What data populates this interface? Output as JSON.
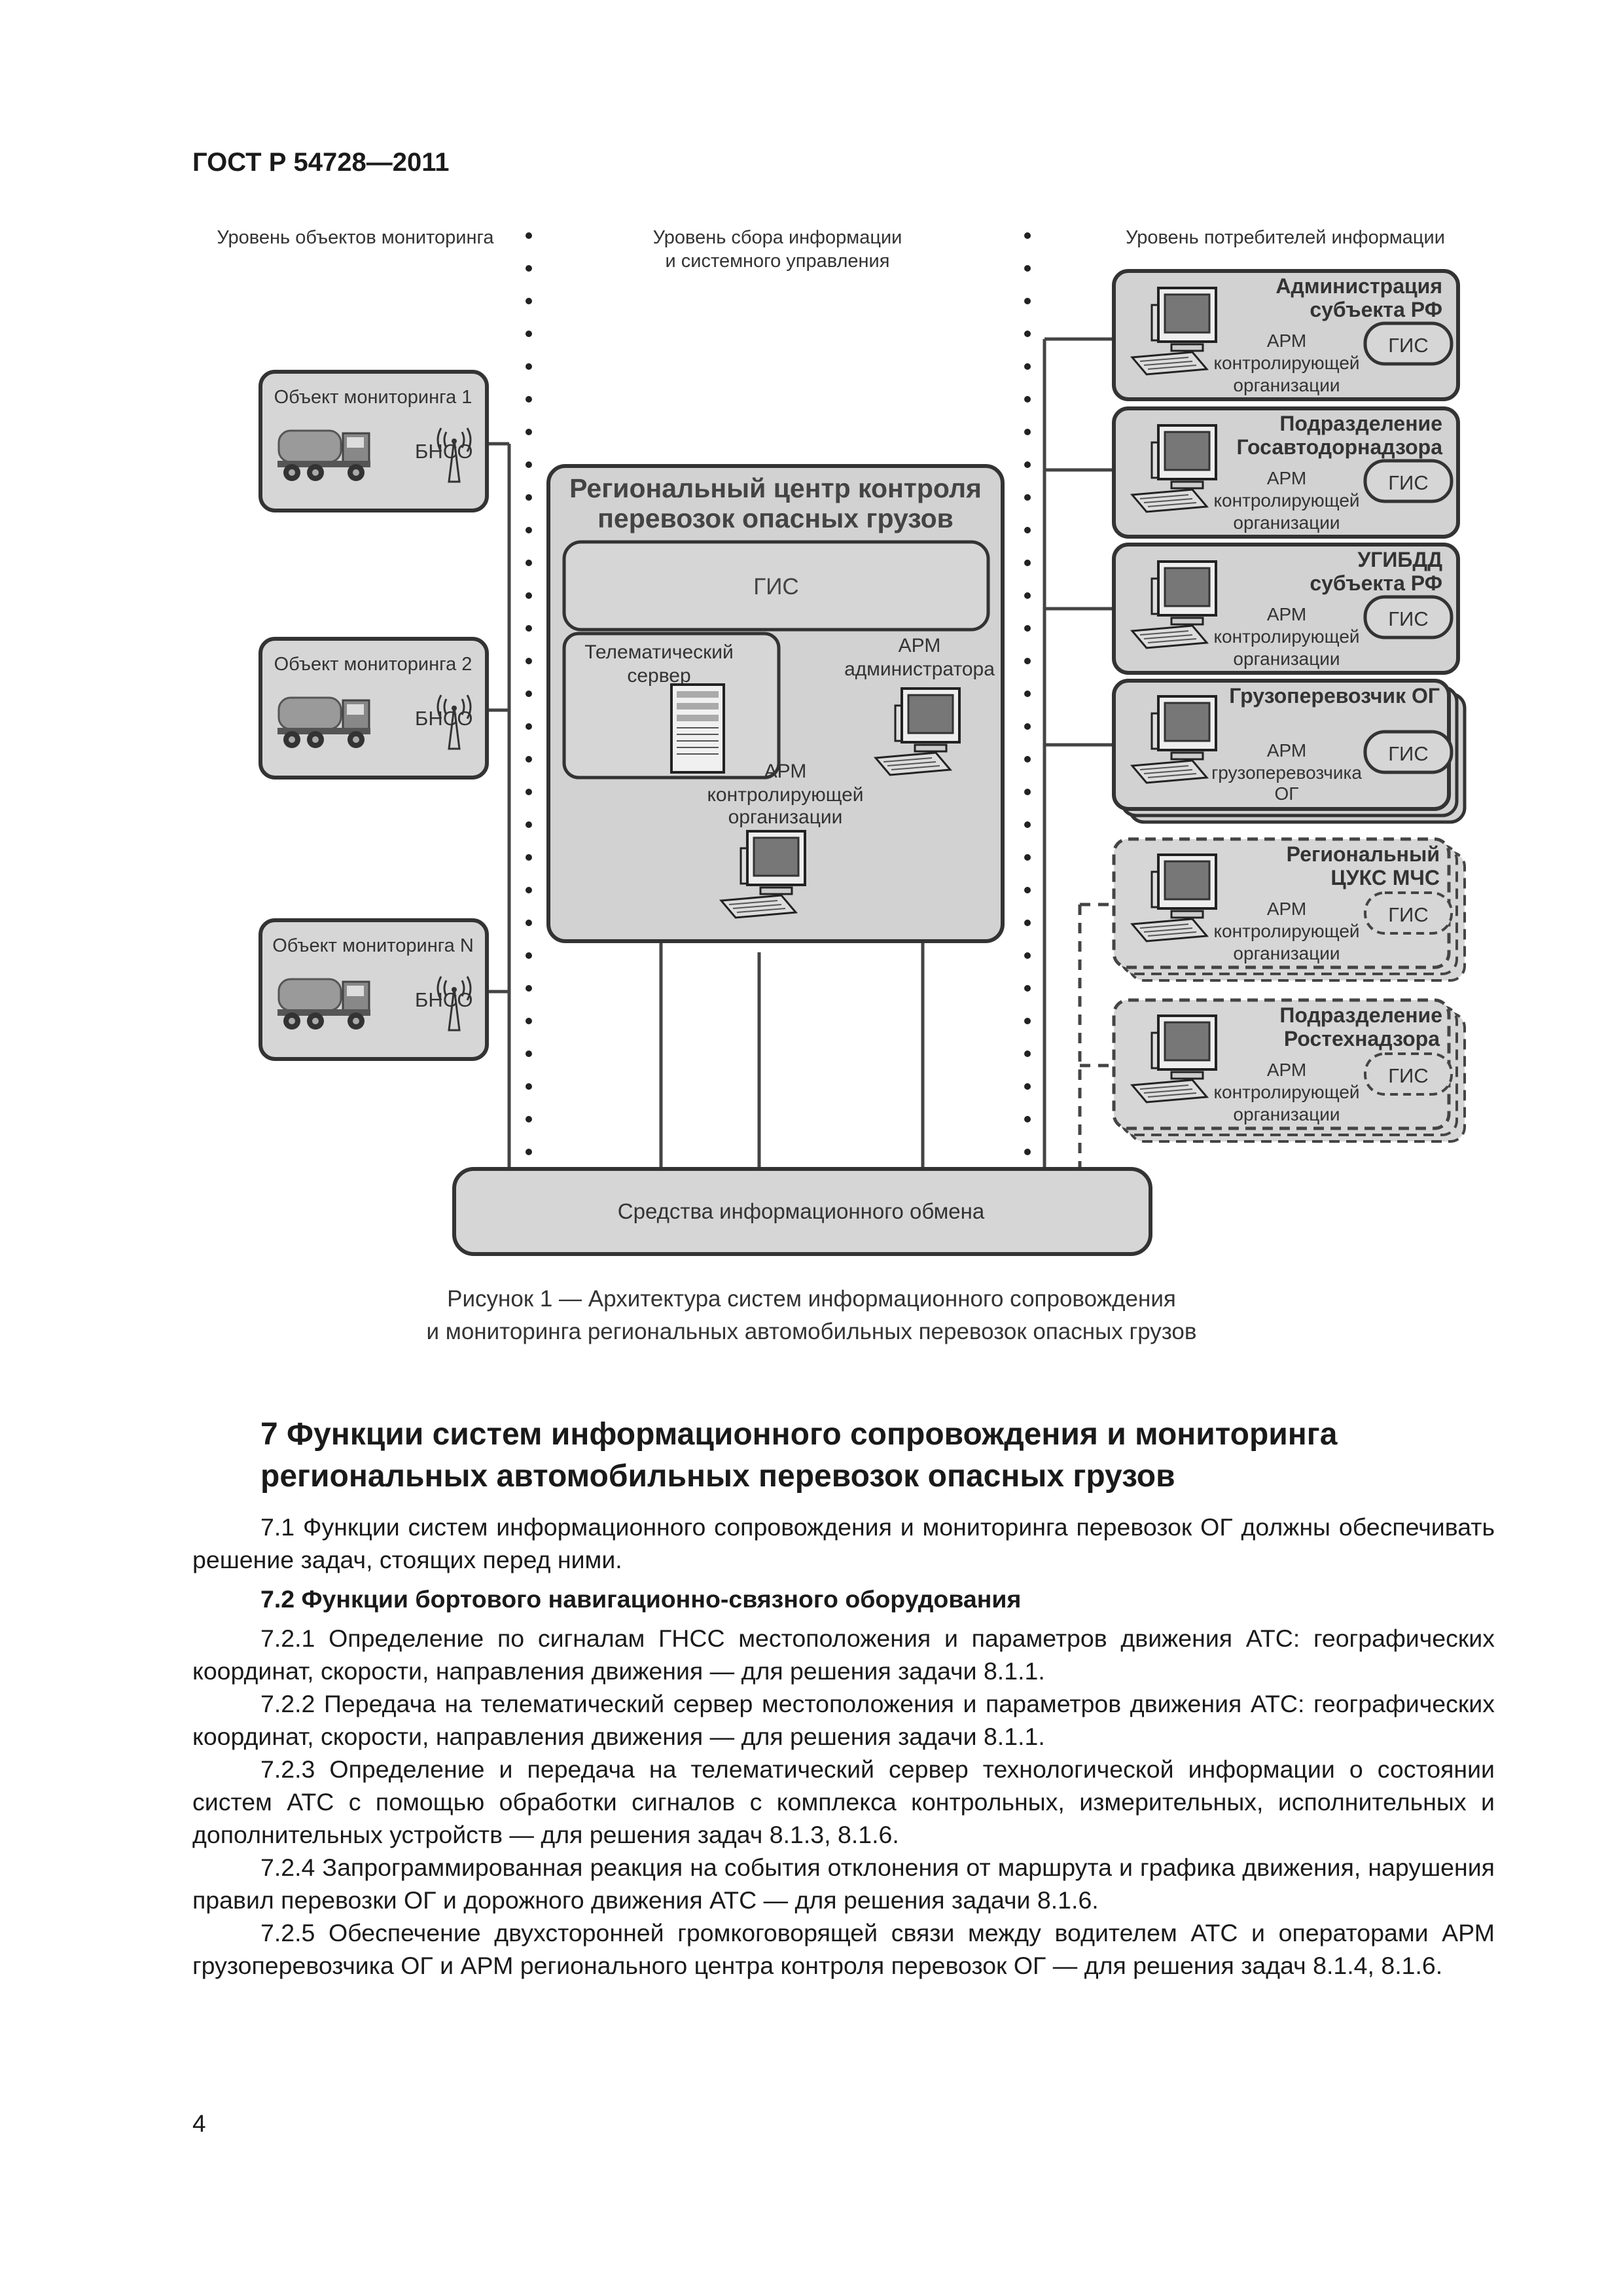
{
  "header": {
    "doc_id": "ГОСТ Р 54728—2011"
  },
  "diagram": {
    "levels": {
      "objects": "Уровень объектов мониторинга",
      "collection_line1": "Уровень сбора информации",
      "collection_line2": "и системного управления",
      "consumers": "Уровень потребителей информации"
    },
    "objects": [
      {
        "label": "Объект мониторинга 1",
        "device": "БНСО"
      },
      {
        "label": "Объект мониторинга 2",
        "device": "БНСО"
      },
      {
        "label": "Объект мониторинга N",
        "device": "БНСО"
      }
    ],
    "center": {
      "title_line1": "Региональный центр контроля",
      "title_line2": "перевозок опасных грузов",
      "gis": "ГИС",
      "server_line1": "Телематический",
      "server_line2": "сервер",
      "admin_line1": "АРМ",
      "admin_line2": "администратора",
      "control_line1": "АРМ",
      "control_line2": "контролирующей",
      "control_line3": "организации"
    },
    "consumers": [
      {
        "title1": "Администрация",
        "title2": "субъекта РФ",
        "arm1": "АРМ",
        "arm2": "контролирующей",
        "arm3": "организации",
        "gis": "ГИС"
      },
      {
        "title1": "Подразделение",
        "title2": "Госавтодорнадзора",
        "arm1": "АРМ",
        "arm2": "контролирующей",
        "arm3": "организации",
        "gis": "ГИС"
      },
      {
        "title1": "УГИБДД",
        "title2": "субъекта РФ",
        "arm1": "АРМ",
        "arm2": "контролирующей",
        "arm3": "организации",
        "gis": "ГИС"
      },
      {
        "title1": "Грузоперевозчик ОГ",
        "arm1": "АРМ",
        "arm2": "грузоперевозчика",
        "arm3": "ОГ",
        "gis": "ГИС"
      },
      {
        "title1": "Региональный",
        "title2": "ЦУКС МЧС",
        "arm1": "АРМ",
        "arm2": "контролирующей",
        "arm3": "организации",
        "gis": "ГИС"
      },
      {
        "title1": "Подразделение",
        "title2": "Ростехнадзора",
        "arm1": "АРМ",
        "arm2": "контролирующей",
        "arm3": "организации",
        "gis": "ГИС"
      }
    ],
    "exchange": "Средства информационного обмена"
  },
  "caption": {
    "line1": "Рисунок  1 — Архитектура систем информационного сопровождения",
    "line2": "и мониторинга региональных автомобильных перевозок опасных грузов"
  },
  "section": {
    "title": "7 Функции систем информационного сопровождения и мониторинга региональных автомобильных перевозок опасных грузов",
    "p7_1": "7.1 Функции систем информационного сопровождения и мониторинга перевозок ОГ должны обеспечивать решение задач, стоящих перед ними.",
    "sub7_2": "7.2 Функции бортового навигационно-связного оборудования",
    "p7_2_1": "7.2.1 Определение по сигналам ГНСС местоположения и параметров движения АТС: географических координат, скорости, направления движения — для решения задачи 8.1.1.",
    "p7_2_2": "7.2.2 Передача на телематический сервер местоположения и параметров движения АТС: географических координат, скорости, направления движения — для решения задачи 8.1.1.",
    "p7_2_3": "7.2.3 Определение и передача на телематический сервер технологической информации о состоянии систем АТС с помощью обработки сигналов с комплекса контрольных, измерительных, исполнительных и дополнительных устройств — для решения задач 8.1.3, 8.1.6.",
    "p7_2_4": "7.2.4 Запрограммированная реакция на события отклонения от маршрута и графика движения, нарушения правил перевозки ОГ и дорожного движения АТС — для решения задачи 8.1.6.",
    "p7_2_5": "7.2.5 Обеспечение двухсторонней громкоговорящей связи между водителем АТС и операторами АРМ грузоперевозчика ОГ и АРМ регионального центра контроля перевозок ОГ — для решения задач 8.1.4, 8.1.6."
  },
  "footer": {
    "page_number": "4"
  }
}
